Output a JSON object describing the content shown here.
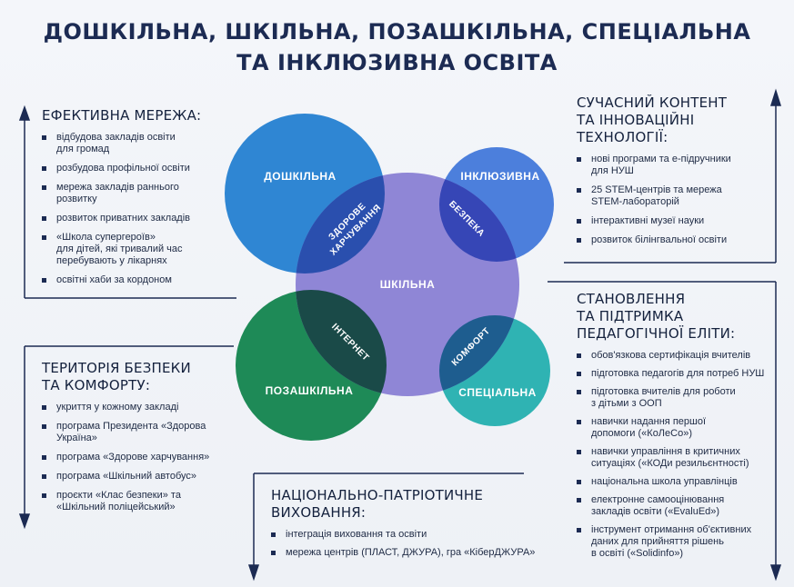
{
  "title": {
    "line1": "ДОШКІЛЬНА, ШКІЛЬНА, ПОЗАШКІЛЬНА, СПЕЦІАЛЬНА",
    "line2": "ТА ІНКЛЮЗИВНА ОСВІТА"
  },
  "venn": {
    "circles": {
      "preschool": "ДОШКІЛЬНА",
      "inclusive": "ІНКЛЮЗИВНА",
      "school": "ШКІЛЬНА",
      "extracurricular": "ПОЗАШКІЛЬНА",
      "special": "СПЕЦІАЛЬНА"
    },
    "intersections": {
      "health_line1": "ЗДОРОВЕ",
      "health_line2": "ХАРЧУВАННЯ",
      "safety": "БЕЗПЕКА",
      "internet": "ІНТЕРНЕТ",
      "comfort": "КОМФОРТ"
    },
    "colors": {
      "preschool": "#2f86d3",
      "inclusive": "#4c7fdc",
      "school": "#8f86d6",
      "extracurricular": "#1e8a57",
      "special": "#2fb3b3",
      "overlap_blue": "#2a4fae",
      "overlap_indigo": "#3646b6",
      "overlap_green": "#1a4a48",
      "overlap_teal": "#1e5d8f"
    }
  },
  "panels": {
    "network": {
      "title": [
        "ЕФЕКТИВНА МЕРЕЖА:"
      ],
      "items": [
        [
          "відбудова закладів освіти",
          "для громад"
        ],
        [
          "розбудова профільної освіти"
        ],
        [
          "мережа закладів раннього",
          "розвитку"
        ],
        [
          "розвиток приватних закладів"
        ],
        [
          "«Школа супергероїв»",
          "для дітей, які тривалий час",
          "перебувають у лікарнях"
        ],
        [
          "освітні хаби за кордоном"
        ]
      ]
    },
    "safety": {
      "title": [
        "ТЕРИТОРІЯ БЕЗПЕКИ",
        "ТА КОМФОРТУ:"
      ],
      "items": [
        [
          "укриття у кожному закладі"
        ],
        [
          "програма Президента «Здорова",
          "Україна»"
        ],
        [
          "програма «Здорове харчування»"
        ],
        [
          "програма «Шкільний автобус»"
        ],
        [
          "проєкти «Клас безпеки» та",
          "«Шкільний поліцейський»"
        ]
      ]
    },
    "content": {
      "title": [
        "СУЧАСНИЙ КОНТЕНТ",
        "ТА ІННОВАЦІЙНІ",
        "ТЕХНОЛОГІЇ:"
      ],
      "items": [
        [
          "нові програми та е-підручники",
          "для НУШ"
        ],
        [
          "25 STEM-центрів та мережа",
          "STEM-лабораторій"
        ],
        [
          "інтерактивні музеї науки"
        ],
        [
          "розвиток білінгвальної освіти"
        ]
      ]
    },
    "elite": {
      "title": [
        "СТАНОВЛЕННЯ",
        "ТА ПІДТРИМКА",
        "ПЕДАГОГІЧНОЇ ЕЛІТИ:"
      ],
      "items": [
        [
          "обов'язкова сертифікація вчителів"
        ],
        [
          "підготовка педагогів для потреб НУШ"
        ],
        [
          "підготовка вчителів для роботи",
          "з дітьми з ООП"
        ],
        [
          "навички надання першої",
          "допомоги («КоЛеСо»)"
        ],
        [
          "навички управління в критичних",
          "ситуаціях («КОДи резильєнтності)"
        ],
        [
          "національна школа управлінців"
        ],
        [
          "електронне самооцінювання",
          "закладів освіти («EvaluEd»)"
        ],
        [
          "інструмент отримання об'єктивних",
          "даних для прийняття рішень",
          "в освіті («Solidinfo»)"
        ]
      ]
    },
    "national": {
      "title": [
        "НАЦІОНАЛЬНО-ПАТРІОТИЧНЕ",
        "ВИХОВАННЯ:"
      ],
      "items": [
        [
          "інтеграція виховання та освіти"
        ],
        [
          "мережа центрів (ПЛАСТ, ДЖУРА), гра «КіберДЖУРА»"
        ]
      ]
    }
  }
}
